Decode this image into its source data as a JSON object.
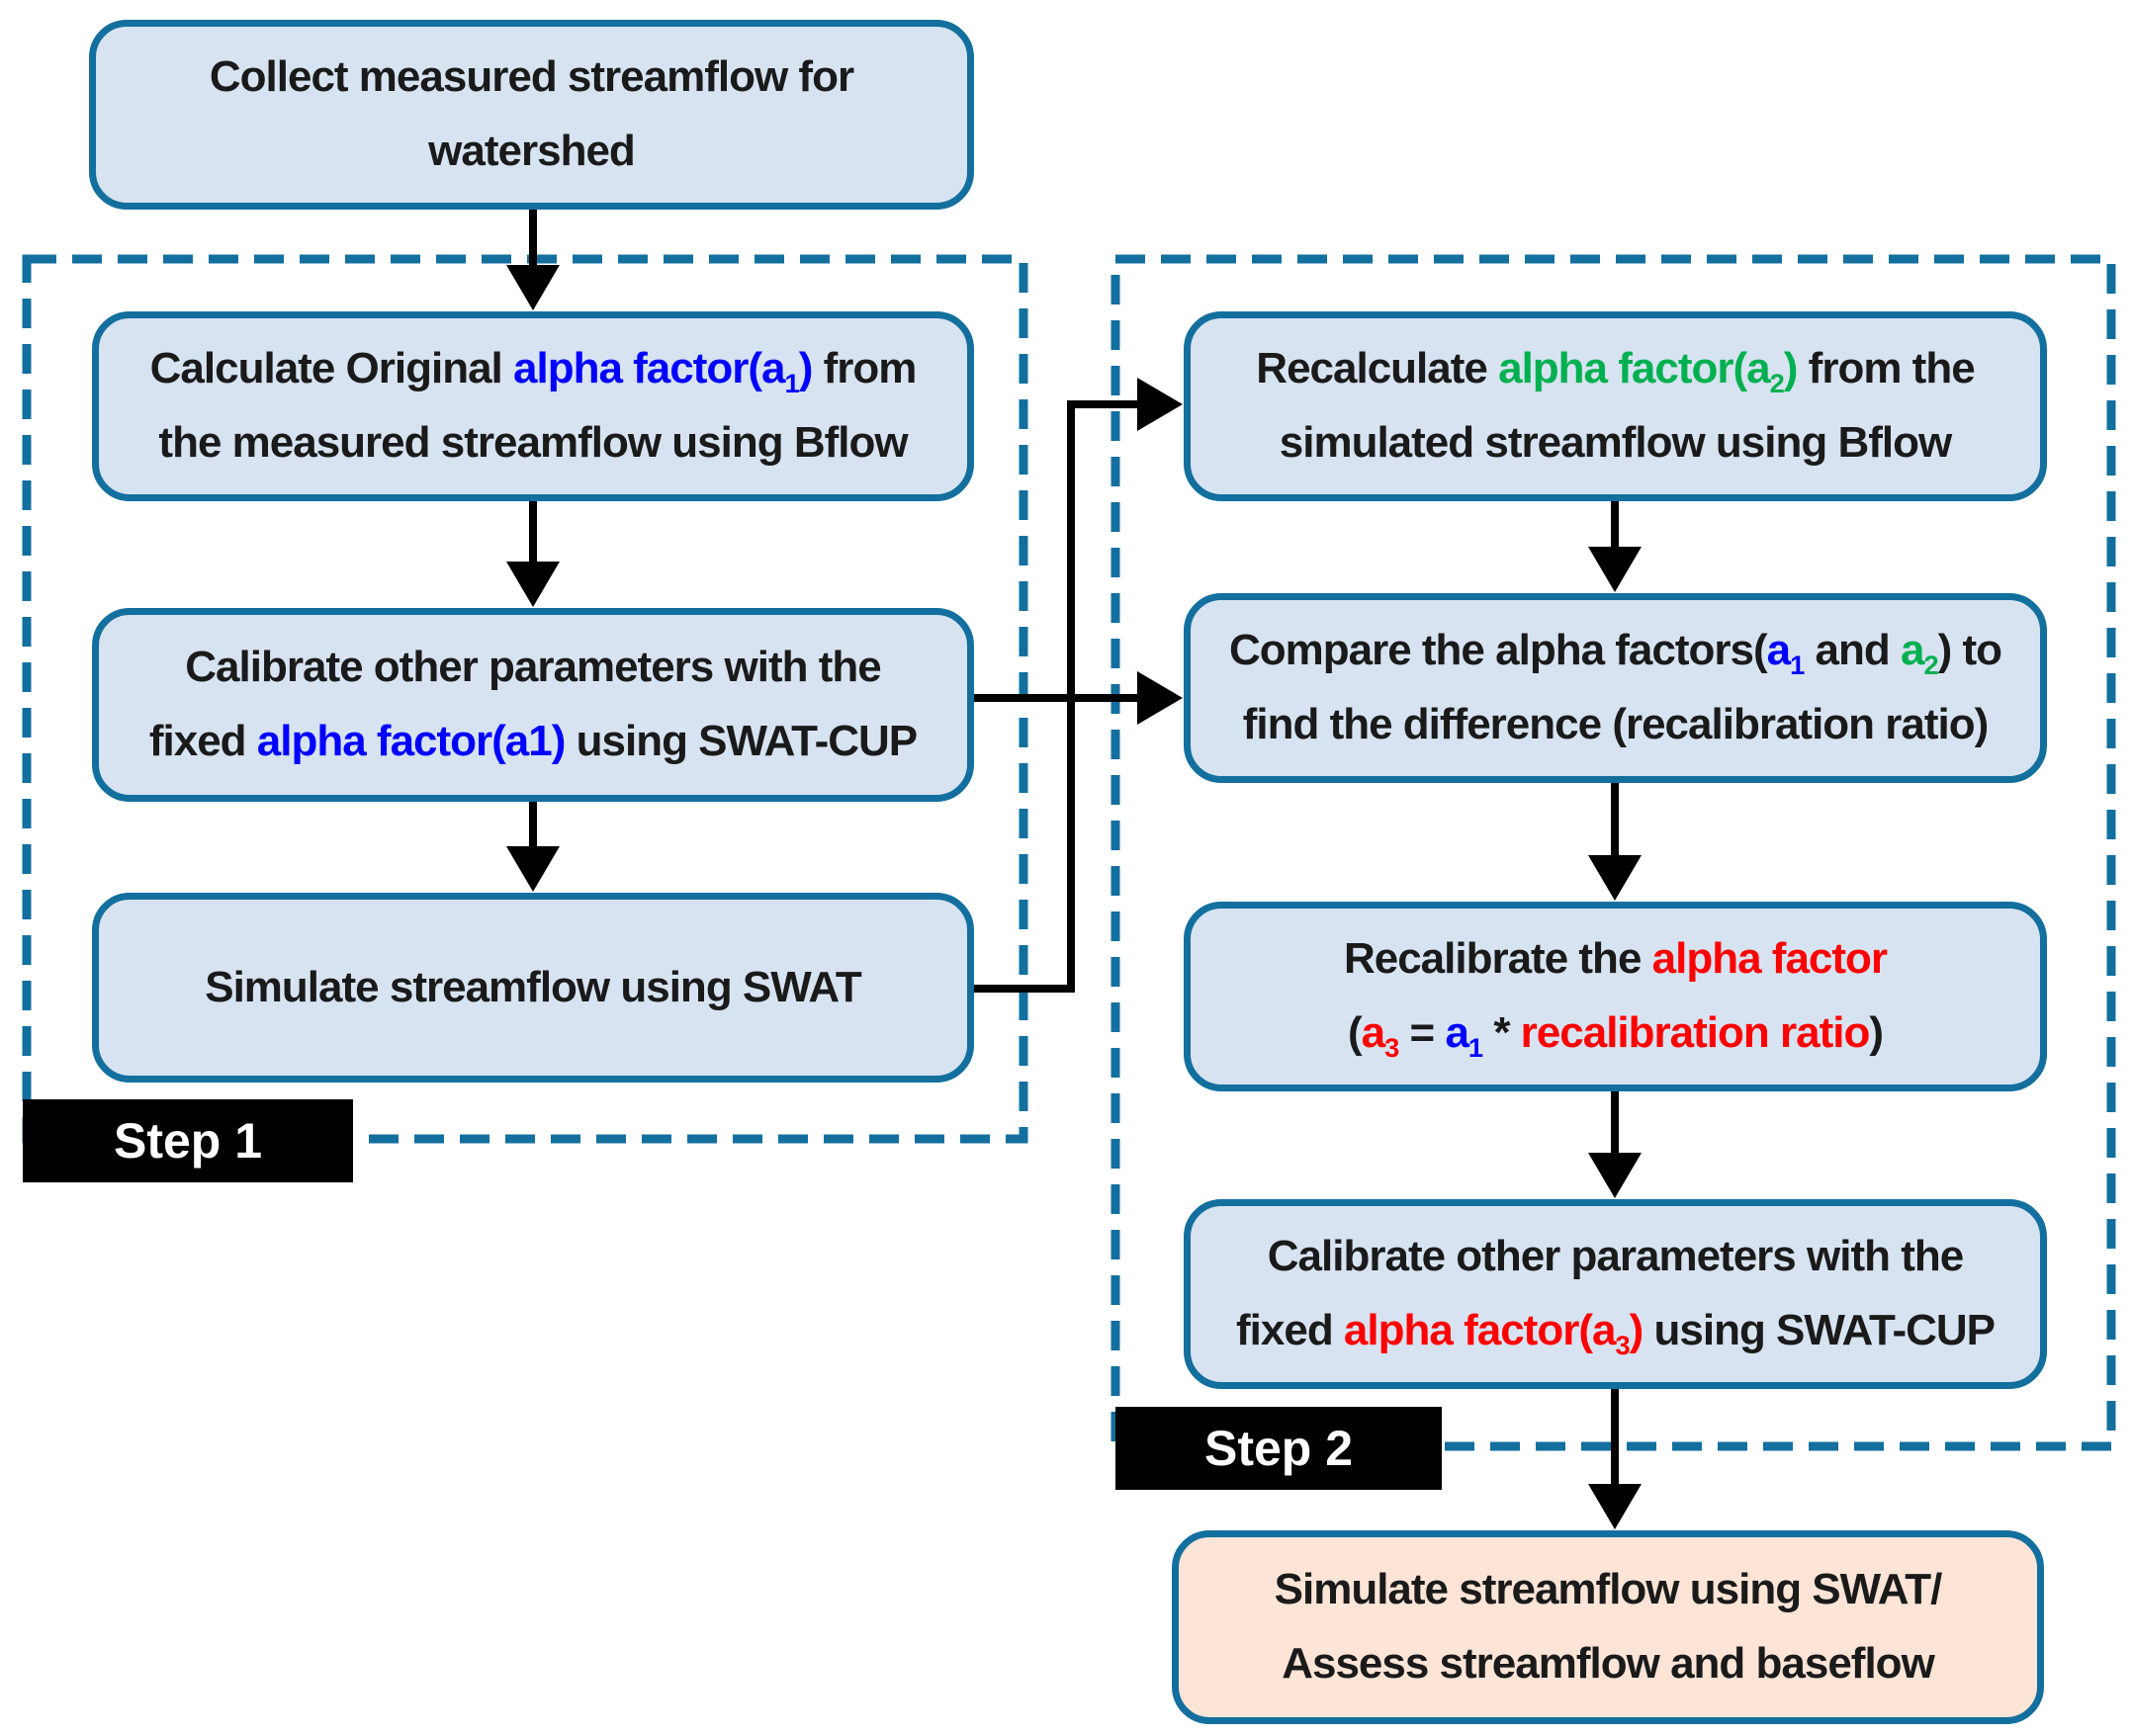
{
  "colors": {
    "box_fill": "#d7e3f1",
    "box_border": "#136f9e",
    "final_fill": "#fce4d6",
    "dash": "#136f9e",
    "arrow": "#000000",
    "text": "#1a1a1a",
    "blue": "#0000ff",
    "green": "#00b050",
    "red": "#ff0000",
    "step_bg": "#000000",
    "step_text": "#ffffff"
  },
  "steps": [
    {
      "label": "Step 1"
    },
    {
      "label": "Step 2"
    }
  ],
  "boxes": [
    {
      "id": "collect-measured-streamflow",
      "segments": [
        {
          "t": "Collect measured streamflow for"
        },
        {
          "br": true
        },
        {
          "t": "watershed"
        }
      ]
    },
    {
      "id": "calculate-original-alpha-factor",
      "segments": [
        {
          "t": "Calculate Original "
        },
        {
          "t": "alpha factor(a",
          "c": "blue"
        },
        {
          "t": "1",
          "c": "blue",
          "sub": true
        },
        {
          "t": ")",
          "c": "blue"
        },
        {
          "t": " from"
        },
        {
          "br": true
        },
        {
          "t": "the measured streamflow using Bflow"
        }
      ]
    },
    {
      "id": "calibrate-parameters-a1",
      "segments": [
        {
          "t": "Calibrate other parameters with the"
        },
        {
          "br": true
        },
        {
          "t": "fixed "
        },
        {
          "t": "alpha factor(a1)",
          "c": "blue"
        },
        {
          "t": " using SWAT-CUP"
        }
      ]
    },
    {
      "id": "simulate-streamflow-swat",
      "segments": [
        {
          "t": "Simulate streamflow using SWAT"
        }
      ]
    },
    {
      "id": "recalculate-alpha-factor",
      "segments": [
        {
          "t": "Recalculate "
        },
        {
          "t": "alpha factor(a",
          "c": "green"
        },
        {
          "t": "2",
          "c": "green",
          "sub": true
        },
        {
          "t": ")",
          "c": "green"
        },
        {
          "t": " from the"
        },
        {
          "br": true
        },
        {
          "t": "simulated streamflow using Bflow"
        }
      ]
    },
    {
      "id": "compare-alpha-factors",
      "segments": [
        {
          "t": "Compare the alpha factors("
        },
        {
          "t": "a",
          "c": "blue"
        },
        {
          "t": "1",
          "c": "blue",
          "sub": true
        },
        {
          "t": " and "
        },
        {
          "t": "a",
          "c": "green"
        },
        {
          "t": "2",
          "c": "green",
          "sub": true
        },
        {
          "t": ") to"
        },
        {
          "br": true
        },
        {
          "t": "find the difference (recalibration ratio)"
        }
      ]
    },
    {
      "id": "recalibrate-alpha-factor",
      "segments": [
        {
          "t": "Recalibrate the "
        },
        {
          "t": "alpha factor",
          "c": "red"
        },
        {
          "br": true
        },
        {
          "t": "("
        },
        {
          "t": "a",
          "c": "red"
        },
        {
          "t": "3",
          "c": "red",
          "sub": true
        },
        {
          "t": " = "
        },
        {
          "t": "a",
          "c": "blue"
        },
        {
          "t": "1",
          "c": "blue",
          "sub": true
        },
        {
          "t": " * "
        },
        {
          "t": "recalibration ratio",
          "c": "red"
        },
        {
          "t": ")"
        }
      ]
    },
    {
      "id": "calibrate-parameters-a3",
      "segments": [
        {
          "t": "Calibrate other parameters with the"
        },
        {
          "br": true
        },
        {
          "t": "fixed "
        },
        {
          "t": "alpha factor(a",
          "c": "red"
        },
        {
          "t": "3",
          "c": "red",
          "sub": true
        },
        {
          "t": ")",
          "c": "red"
        },
        {
          "t": " using SWAT-CUP"
        }
      ]
    },
    {
      "id": "simulate-assess-final",
      "segments": [
        {
          "t": "Simulate streamflow using SWAT/"
        },
        {
          "br": true
        },
        {
          "t": "Assess streamflow and baseflow"
        }
      ]
    }
  ]
}
